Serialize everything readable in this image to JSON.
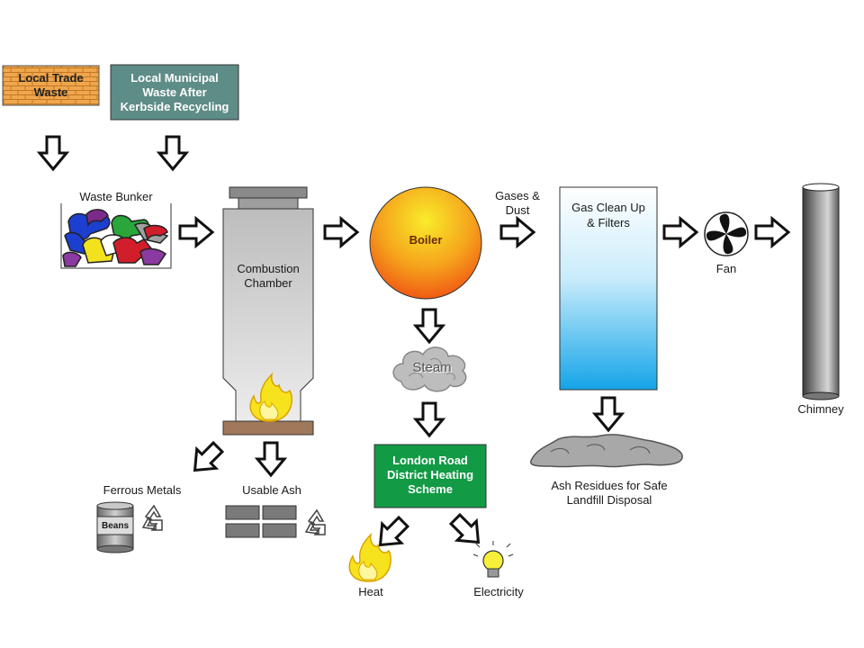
{
  "sources": {
    "trade_waste": "Local Trade Waste",
    "municipal_waste": [
      "Local Municipal",
      "Waste After",
      "Kerbside Recycling"
    ]
  },
  "nodes": {
    "waste_bunker": "Waste Bunker",
    "combustion_chamber": [
      "Combustion",
      "Chamber"
    ],
    "boiler": "Boiler",
    "gases_dust": [
      "Gases &",
      "Dust"
    ],
    "gas_cleanup": [
      "Gas Clean Up",
      "& Filters"
    ],
    "fan": "Fan",
    "chimney": "Chimney",
    "steam": "Steam",
    "district_heating": [
      "London Road",
      "District Heating",
      "Scheme"
    ],
    "ash_residues": [
      "Ash Residues for Safe",
      "Landfill Disposal"
    ],
    "ferrous_metals": "Ferrous Metals",
    "beans_can": "Beans",
    "usable_ash": "Usable Ash",
    "heat": "Heat",
    "electricity": "Electricity"
  },
  "colors": {
    "trade_waste_fill": "#f0a64a",
    "municipal_fill": "#5e8c87",
    "district_fill": "#129a45",
    "chamber_grey": "#c8c8c8",
    "boiler_top": "#f7e21e",
    "boiler_bottom": "#f05a14",
    "filter_top": "#ffffff",
    "filter_bottom": "#14a4e8"
  }
}
